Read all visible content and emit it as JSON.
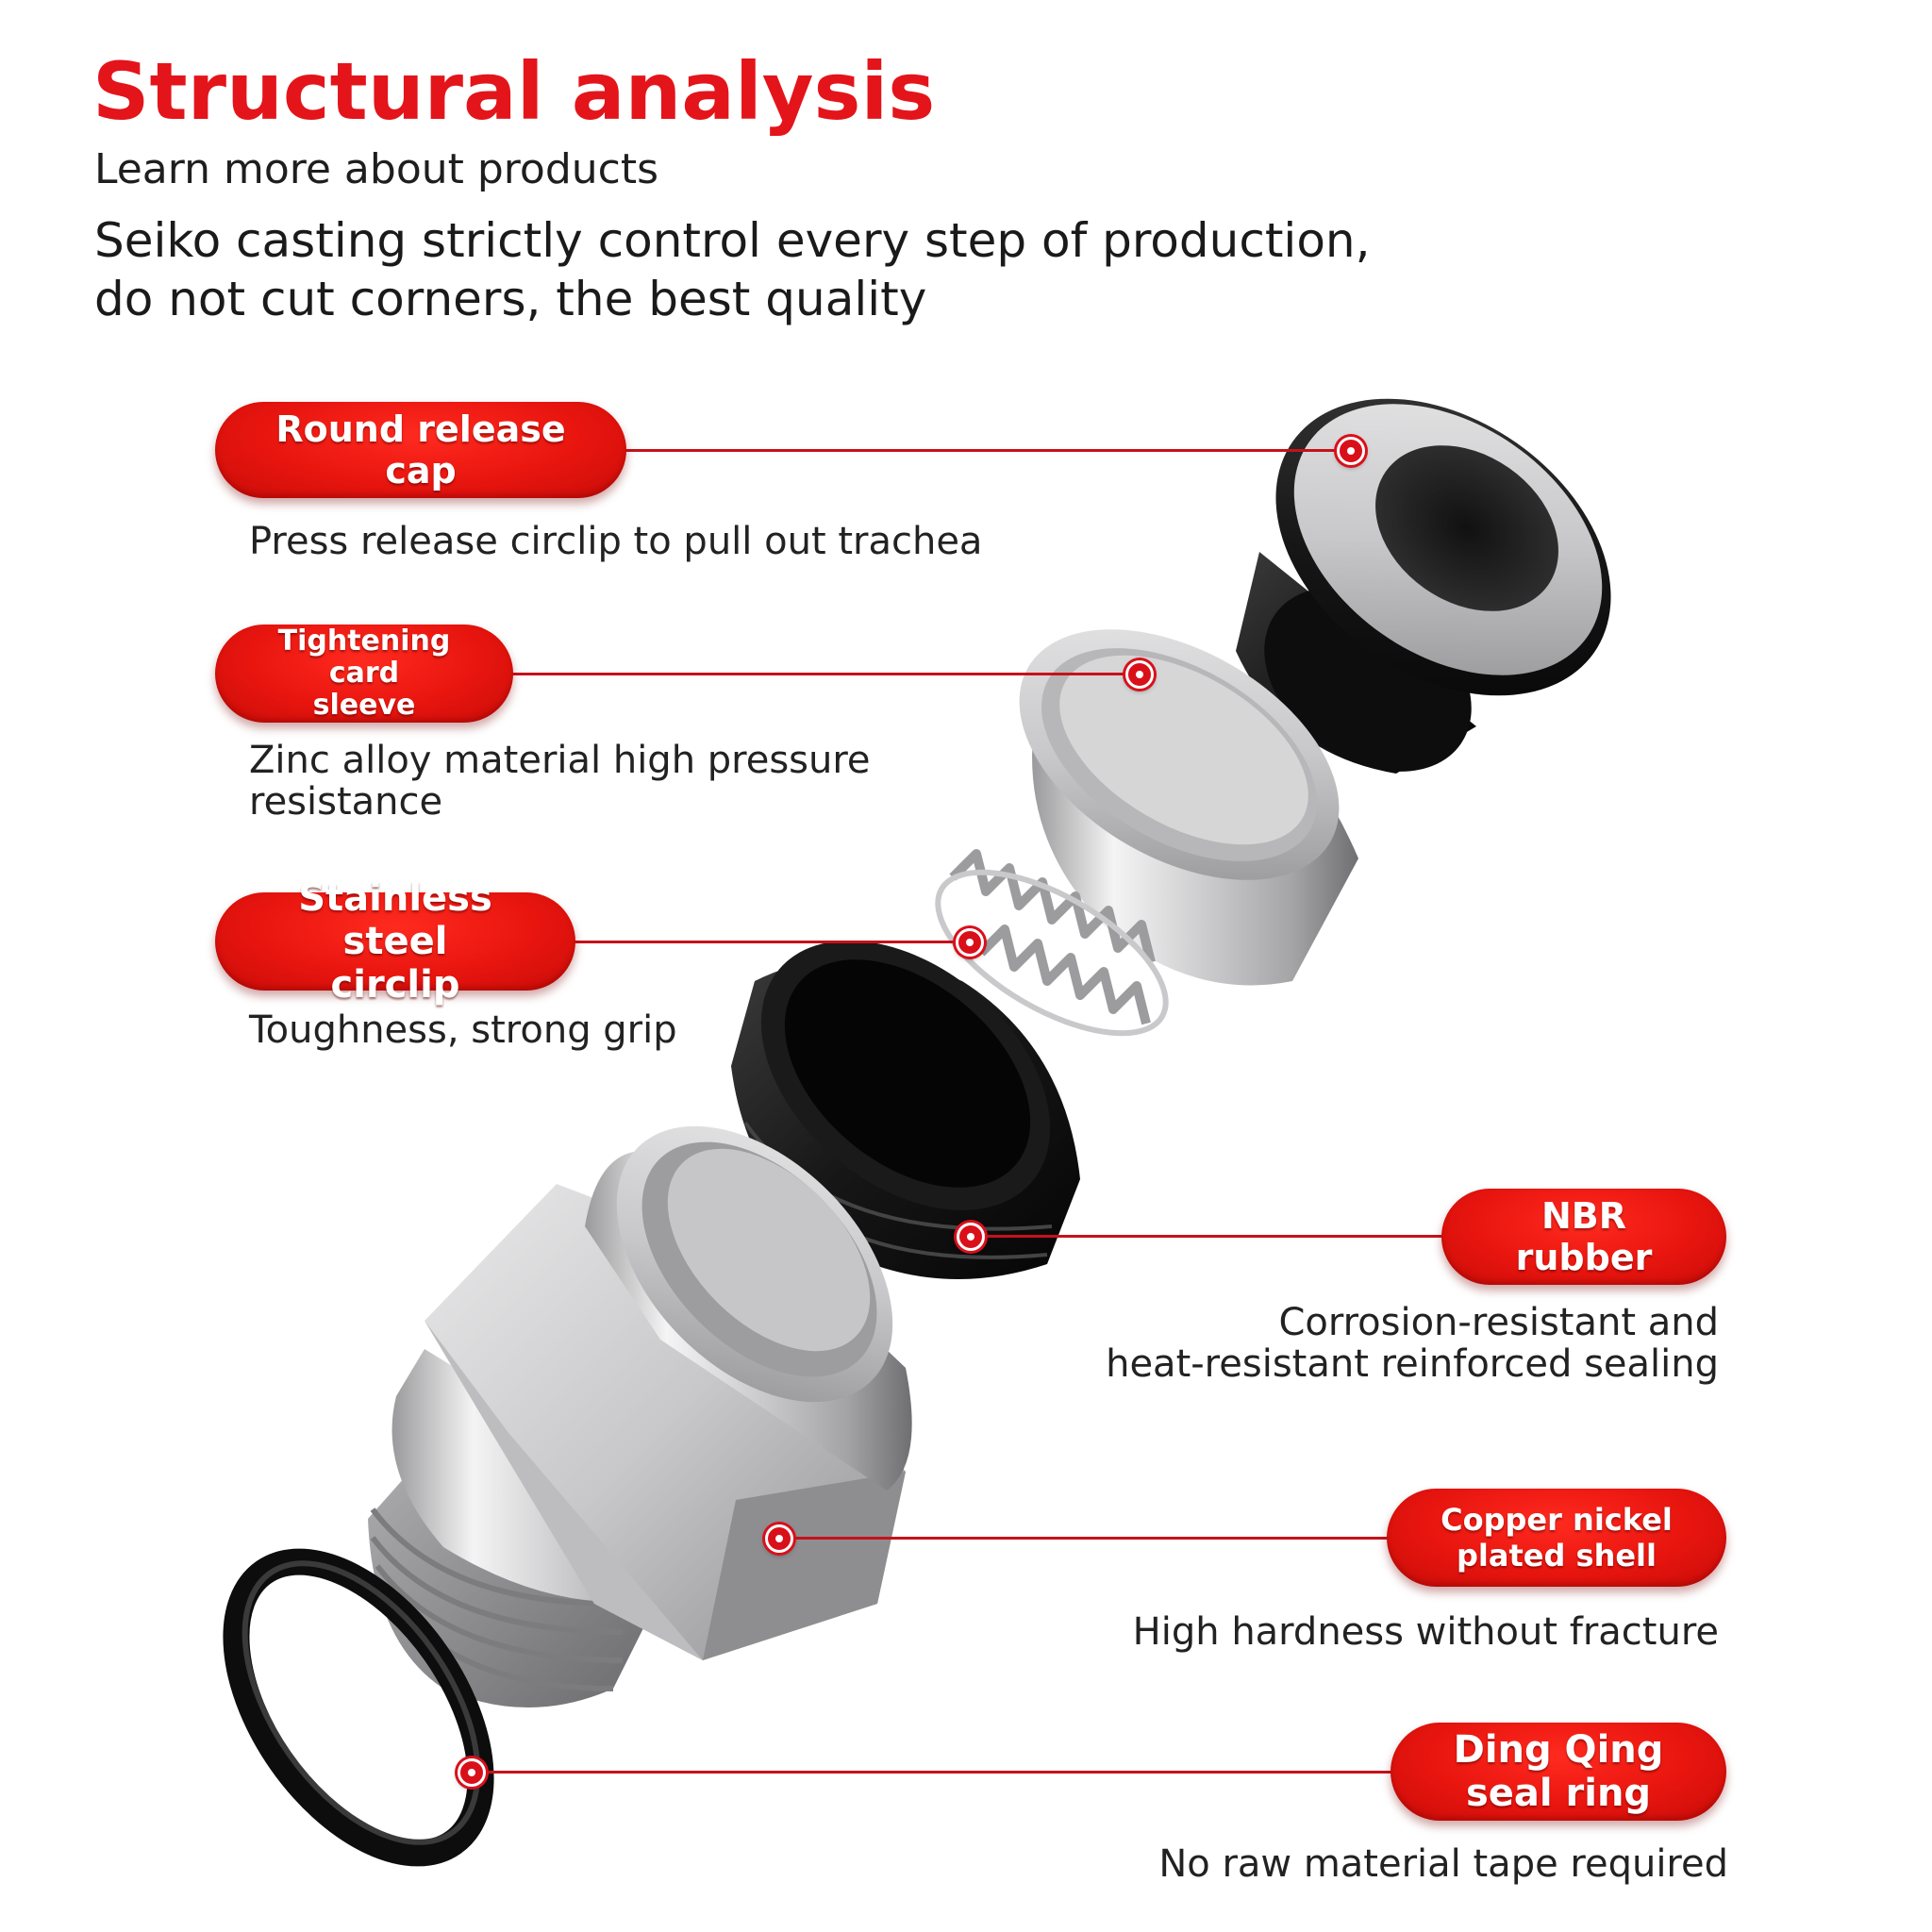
{
  "header": {
    "title": "Structural analysis",
    "subtitle": "Learn more about products",
    "intro_line1": "Seiko casting strictly control every step of production,",
    "intro_line2": "do not cut corners, the best quality"
  },
  "parts": [
    {
      "label": "Round release cap",
      "description": "Press release circlip to pull out trachea"
    },
    {
      "label_line1": "Tightening card",
      "label_line2": "sleeve",
      "description_line1": "Zinc alloy material high pressure",
      "description_line2": "resistance"
    },
    {
      "label_line1": "Stainless steel",
      "label_line2": "circlip",
      "description": "Toughness, strong grip"
    },
    {
      "label": "NBR rubber",
      "description_line1": "Corrosion-resistant and",
      "description_line2": "heat-resistant reinforced sealing"
    },
    {
      "label_line1": "Copper nickel",
      "label_line2": "plated shell",
      "description": "High hardness without fracture"
    },
    {
      "label_line1": "Ding Qing",
      "label_line2": "seal ring",
      "description": "No raw material tape required"
    }
  ],
  "colors": {
    "accent": "#e4141b",
    "label_fill": "#e8150f",
    "leader": "#c6121b"
  },
  "icons": [
    "release-cap-illustration",
    "card-sleeve-illustration",
    "circlip-illustration",
    "nbr-rubber-illustration",
    "shell-illustration",
    "seal-ring-illustration"
  ]
}
